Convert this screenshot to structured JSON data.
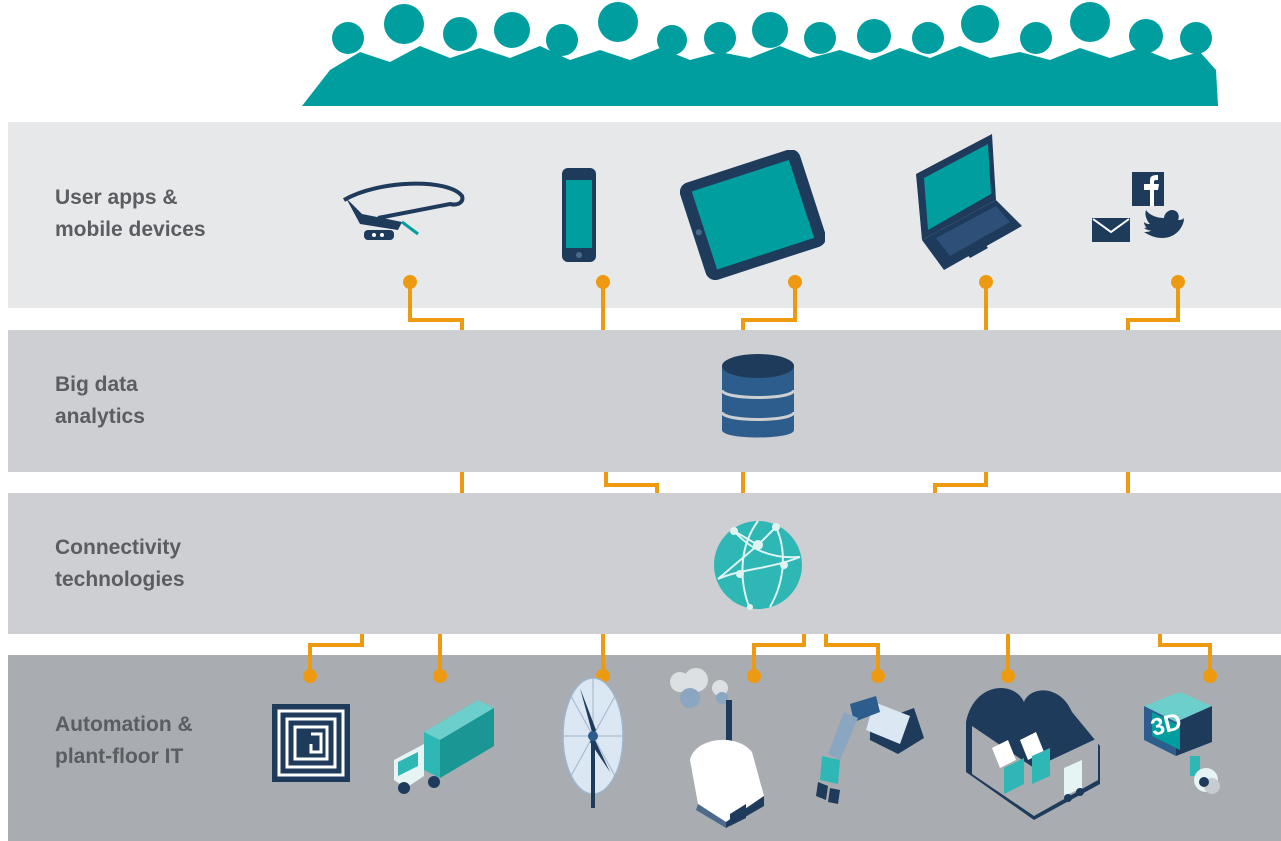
{
  "layers": [
    {
      "id": "apps",
      "label_lines": [
        "User apps &",
        "mobile devices"
      ]
    },
    {
      "id": "analytics",
      "label_lines": [
        "Big data",
        "analytics"
      ]
    },
    {
      "id": "connectivity",
      "label_lines": [
        "Connectivity",
        "technologies"
      ]
    },
    {
      "id": "automation",
      "label_lines": [
        "Automation &",
        "plant-floor IT"
      ]
    }
  ],
  "icons": {
    "3d_print_text": "3D",
    "top_row": [
      "smart-glasses-icon",
      "smartphone-icon",
      "tablet-icon",
      "laptop-icon",
      "social-media-icon"
    ],
    "bottom_row": [
      "rfid-icon",
      "truck-icon",
      "wind-turbine-icon",
      "factory-smoke-icon",
      "robot-arm-icon",
      "plant-hall-icon",
      "3d-printer-icon"
    ],
    "middle": [
      "database-icon",
      "globe-network-icon"
    ]
  },
  "colors": {
    "teal": "#009e9e",
    "navy": "#1f3b5c",
    "connector": "#ee9a11",
    "band_light": "#e7e8ea",
    "band_mid": "#cdcfd2",
    "band_dark": "#a9acb0"
  }
}
